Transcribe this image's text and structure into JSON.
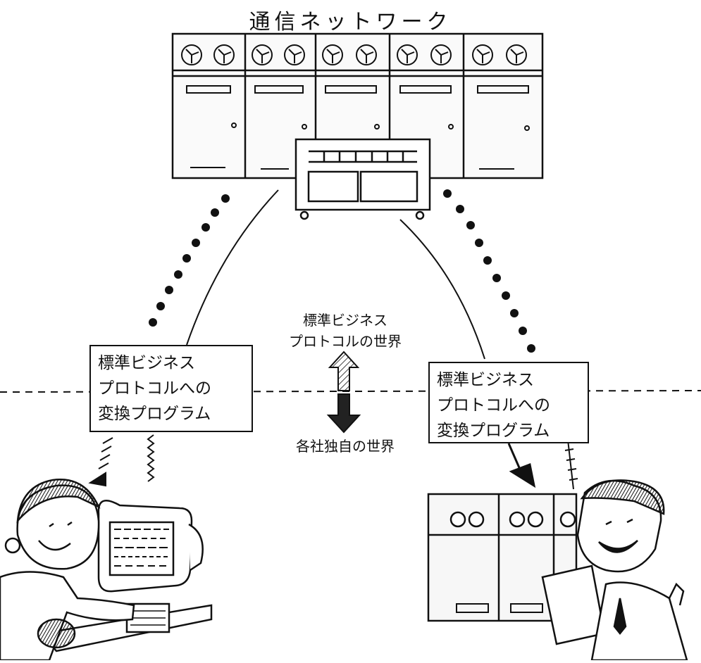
{
  "title": "通信ネットワーク",
  "left_box": {
    "lines": [
      "標準ビジネス",
      "プロトコルへの",
      "変換プログラム"
    ]
  },
  "right_box": {
    "lines": [
      "標準ビジネス",
      "プロトコルへの",
      "変換プログラム"
    ]
  },
  "center": {
    "upper_lines": [
      "標準ビジネス",
      "プロトコルの世界"
    ],
    "lower_label": "各社独自の世界"
  }
}
